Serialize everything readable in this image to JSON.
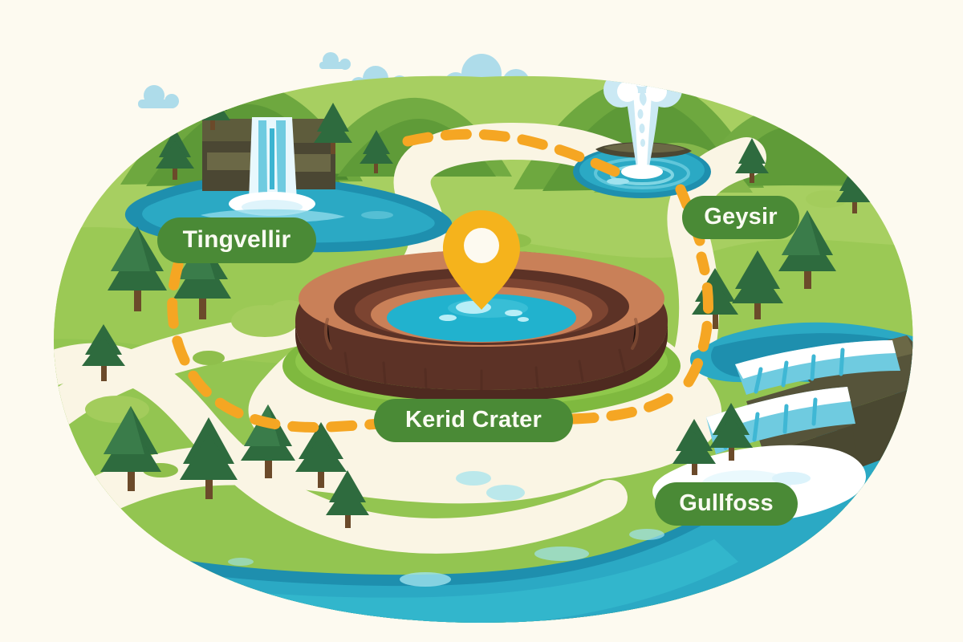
{
  "map": {
    "background_color": "#FDFAF0",
    "land_color": "#A7CF61",
    "road_color": "#FAF5E4",
    "route_color": "#F5A623",
    "water_color": "#2BA9C4",
    "deep_water_color": "#1E8FAE",
    "badge_color": "#4A8A36",
    "badge_text_color": "#FAFBF2",
    "pin_color": "#F5B31C",
    "cloud_color": "#AEDCEA",
    "crater_rim_color": "#C98058",
    "crater_rock_color": "#6B3A2C",
    "crater_water_color": "#21B2CE",
    "rock_color": "#5E5C3C",
    "tree_color": "#2E6B3E"
  },
  "labels": {
    "thingvellir": "Tingvellir",
    "geysir": "Geysir",
    "kerid": "Kerid Crater",
    "gullfoss": "Gullfoss"
  },
  "markers": {
    "active_pin": "location-pin"
  },
  "features": {
    "waterfall_left": "Tingvellir waterfall",
    "geyser": "Geysir erupting geyser",
    "crater": "Kerid volcanic crater lake",
    "waterfall_right": "Gullfoss tiered waterfall",
    "river": "river",
    "clouds": "clouds"
  },
  "route": {
    "style": "dashed",
    "color": "#F5A623",
    "stops": [
      "Tingvellir",
      "Geysir",
      "Kerid Crater",
      "Gullfoss"
    ]
  }
}
